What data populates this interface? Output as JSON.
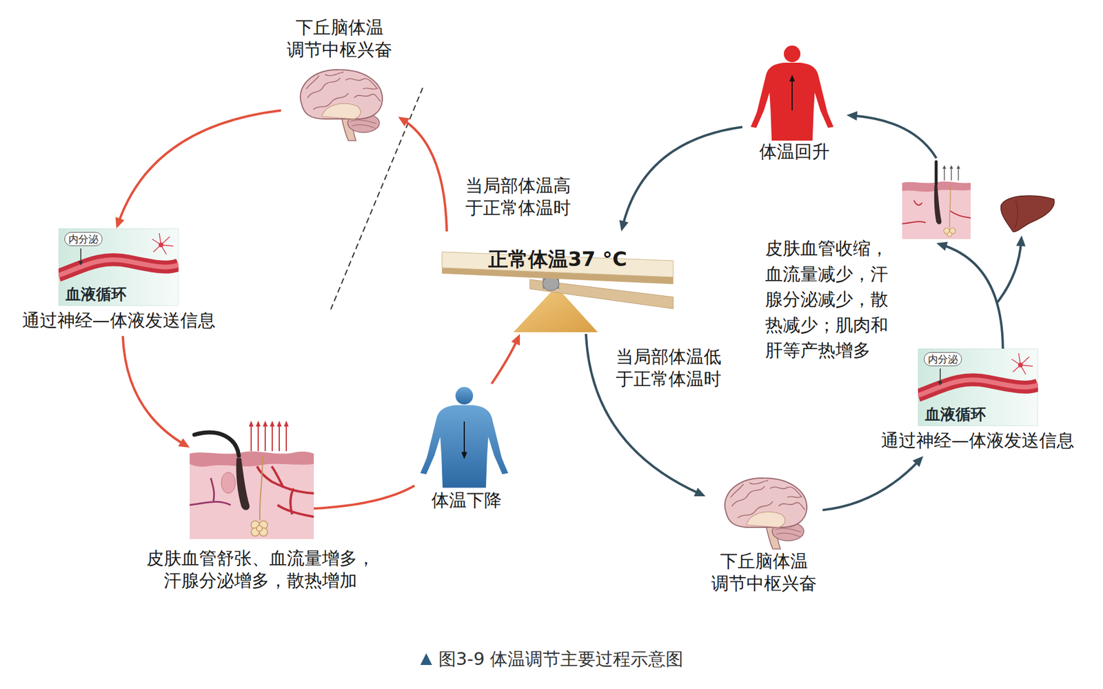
{
  "diagram": {
    "caption": "图3-9 体温调节主要过程示意图",
    "nodes": [
      {
        "text": [
          "下丘脑体温 调节中枢兴奋"
        ]
      },
      {
        "text": [
          "内分泌",
          "血液循环",
          "通过神经—体液发送信息"
        ]
      },
      {
        "text": [
          "皮肤血管舒张、血流量增多， 汗腺分泌增多，散热增加"
        ]
      },
      {
        "text": [
          "体温下降"
        ]
      },
      {
        "text": [
          "正常体温37 °C"
        ]
      },
      {
        "text": [
          "体温回升"
        ]
      },
      {
        "text": [
          "皮肤血管收缩， 血流量减少，汗 腺分泌减少，散 热减少；肌肉和 肝等产热增多"
        ]
      },
      {
        "text": [
          "内分泌",
          "血液循环",
          "通过神经—体液发送信息"
        ]
      },
      {
        "text": [
          "下丘脑体温 调节中枢兴奋"
        ]
      }
    ],
    "edges": [
      {
        "from": 4,
        "to": 0,
        "arrow": "to",
        "label": "当局部体温高 于正常体温时"
      },
      {
        "from": 0,
        "to": 1,
        "arrow": "to"
      },
      {
        "from": 1,
        "to": 2,
        "arrow": "to"
      },
      {
        "from": 2,
        "to": 3,
        "arrow": "none"
      },
      {
        "from": 3,
        "to": 4,
        "arrow": "to"
      },
      {
        "from": 4,
        "to": 8,
        "arrow": "to",
        "label": "当局部体温低 于正常体温时"
      },
      {
        "from": 8,
        "to": 7,
        "arrow": "to"
      },
      {
        "from": 7,
        "to": 6,
        "arrow": "to"
      },
      {
        "from": 6,
        "to": 5,
        "arrow": "to"
      },
      {
        "from": 5,
        "to": 4,
        "arrow": "to"
      }
    ]
  }
}
